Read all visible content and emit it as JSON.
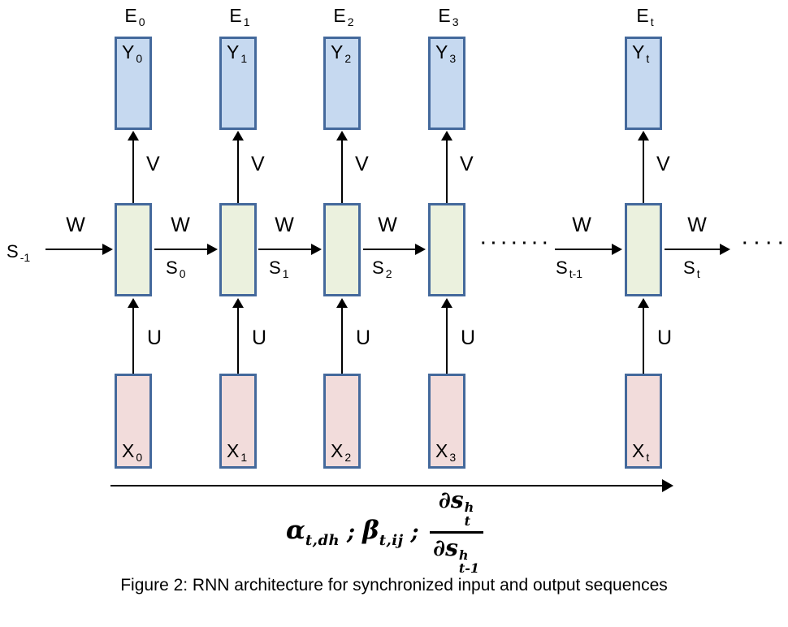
{
  "diagram": {
    "columns": [
      {
        "e_base": "E",
        "e_sub": "0",
        "y_base": "Y",
        "y_sub": "0",
        "x_base": "X",
        "x_sub": "0",
        "v": "V",
        "u": "U"
      },
      {
        "e_base": "E",
        "e_sub": "1",
        "y_base": "Y",
        "y_sub": "1",
        "x_base": "X",
        "x_sub": "1",
        "v": "V",
        "u": "U"
      },
      {
        "e_base": "E",
        "e_sub": "2",
        "y_base": "Y",
        "y_sub": "2",
        "x_base": "X",
        "x_sub": "2",
        "v": "V",
        "u": "U"
      },
      {
        "e_base": "E",
        "e_sub": "3",
        "y_base": "Y",
        "y_sub": "3",
        "x_base": "X",
        "x_sub": "3",
        "v": "V",
        "u": "U"
      },
      {
        "e_base": "E",
        "e_sub": "t",
        "y_base": "Y",
        "y_sub": "t",
        "x_base": "X",
        "x_sub": "t",
        "v": "V",
        "u": "U"
      }
    ],
    "w_labels": [
      "W",
      "W",
      "W",
      "W",
      "W",
      "W"
    ],
    "s_labels": [
      {
        "base": "S",
        "sub": "-1"
      },
      {
        "base": "S",
        "sub": "0"
      },
      {
        "base": "S",
        "sub": "1"
      },
      {
        "base": "S",
        "sub": "2"
      },
      {
        "base": "S",
        "sub": "t-1"
      },
      {
        "base": "S",
        "sub": "t"
      }
    ],
    "ellipsis_mid": "·······",
    "ellipsis_right": "····",
    "formula": {
      "alpha": "α",
      "alpha_sub": "t,dh",
      "sep": ";",
      "beta": "β",
      "beta_sub": "t,ij",
      "num_base": "∂s",
      "num_sup": "h",
      "num_sub": "t",
      "den_base": "∂s",
      "den_sup": "h",
      "den_sub": "t-1"
    },
    "caption": "Figure 2: RNN architecture for synchronized input and output sequences"
  },
  "colors": {
    "box_border": "#44699c",
    "output_fill": "#c6d9f0",
    "state_fill": "#ebf1de",
    "input_fill": "#f2dcdb",
    "arrow": "#000000"
  }
}
